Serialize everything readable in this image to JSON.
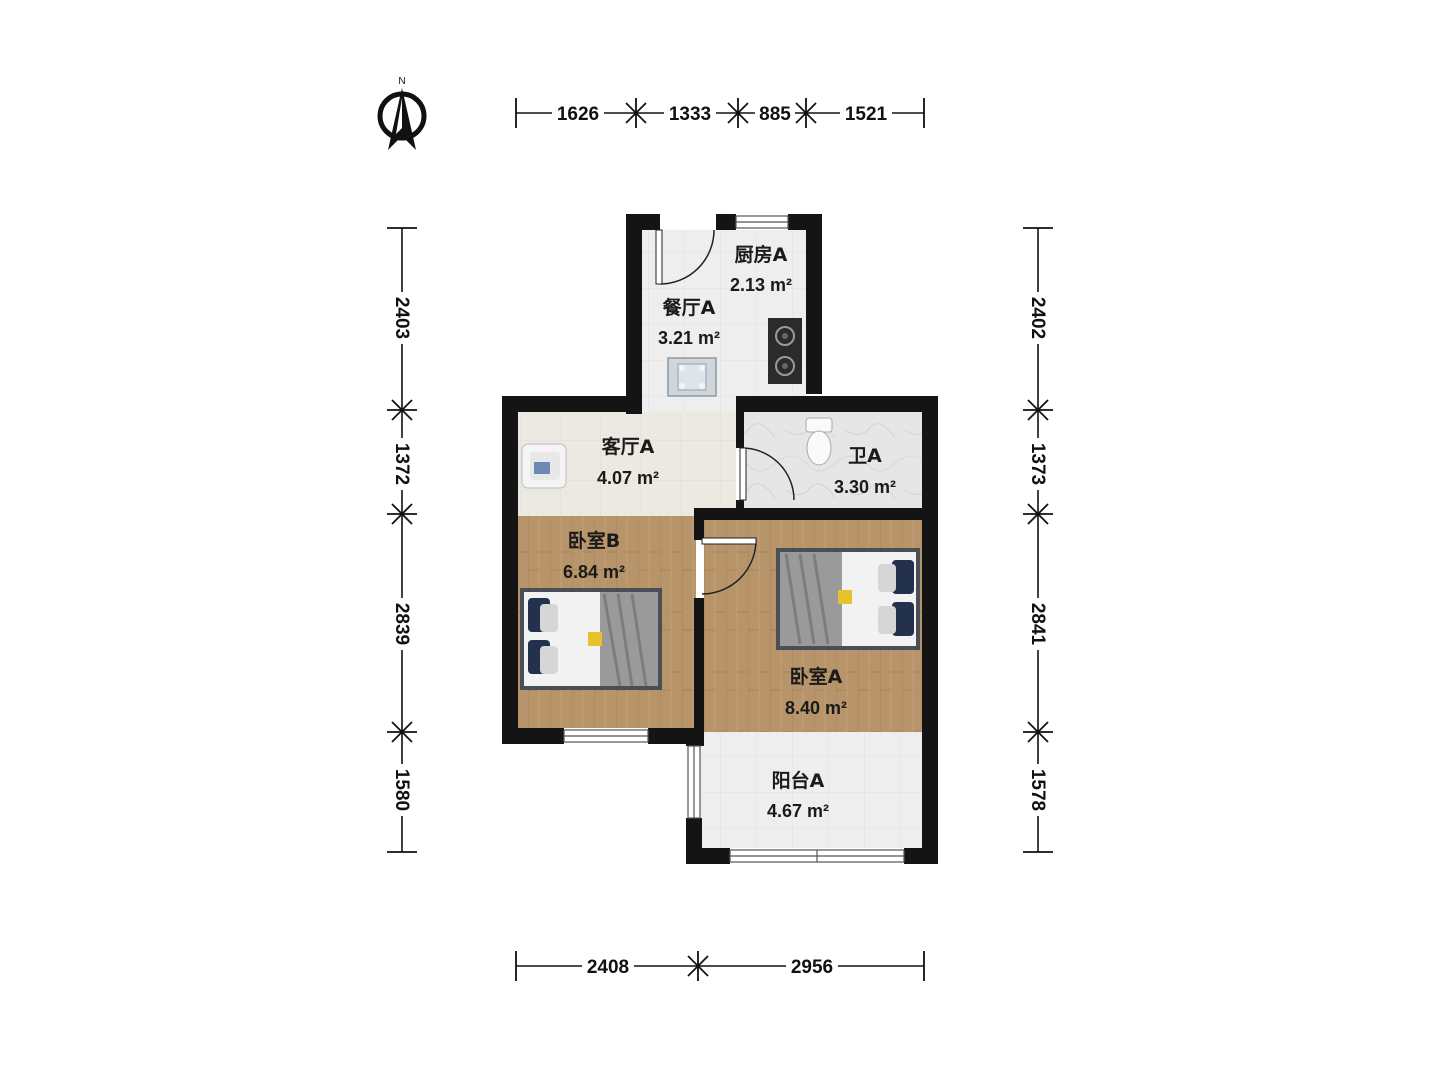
{
  "compass": {
    "label": "N",
    "icon": "north-arrow-icon"
  },
  "colors": {
    "wall": "#141414",
    "wood_floor": "#b8946a",
    "tile_floor": "#ededed",
    "living_floor": "#ece8e2",
    "bath_floor": "#e4e4e4",
    "dimension_line": "#111111"
  },
  "rooms": [
    {
      "id": "kitchen",
      "name": "厨房A",
      "area": "2.13 m²"
    },
    {
      "id": "dining",
      "name": "餐厅A",
      "area": "3.21 m²"
    },
    {
      "id": "living",
      "name": "客厅A",
      "area": "4.07 m²"
    },
    {
      "id": "bathroom",
      "name": "卫A",
      "area": "3.30 m²"
    },
    {
      "id": "bedroom-b",
      "name": "卧室B",
      "area": "6.84 m²"
    },
    {
      "id": "bedroom-a",
      "name": "卧室A",
      "area": "8.40 m²"
    },
    {
      "id": "balcony",
      "name": "阳台A",
      "area": "4.67 m²"
    }
  ],
  "dimensions": {
    "top": [
      "1626",
      "1333",
      "885",
      "1521"
    ],
    "bottom": [
      "2408",
      "2956"
    ],
    "left": [
      "2403",
      "1372",
      "2839",
      "1580"
    ],
    "right": [
      "2402",
      "1373",
      "2841",
      "1578"
    ]
  }
}
